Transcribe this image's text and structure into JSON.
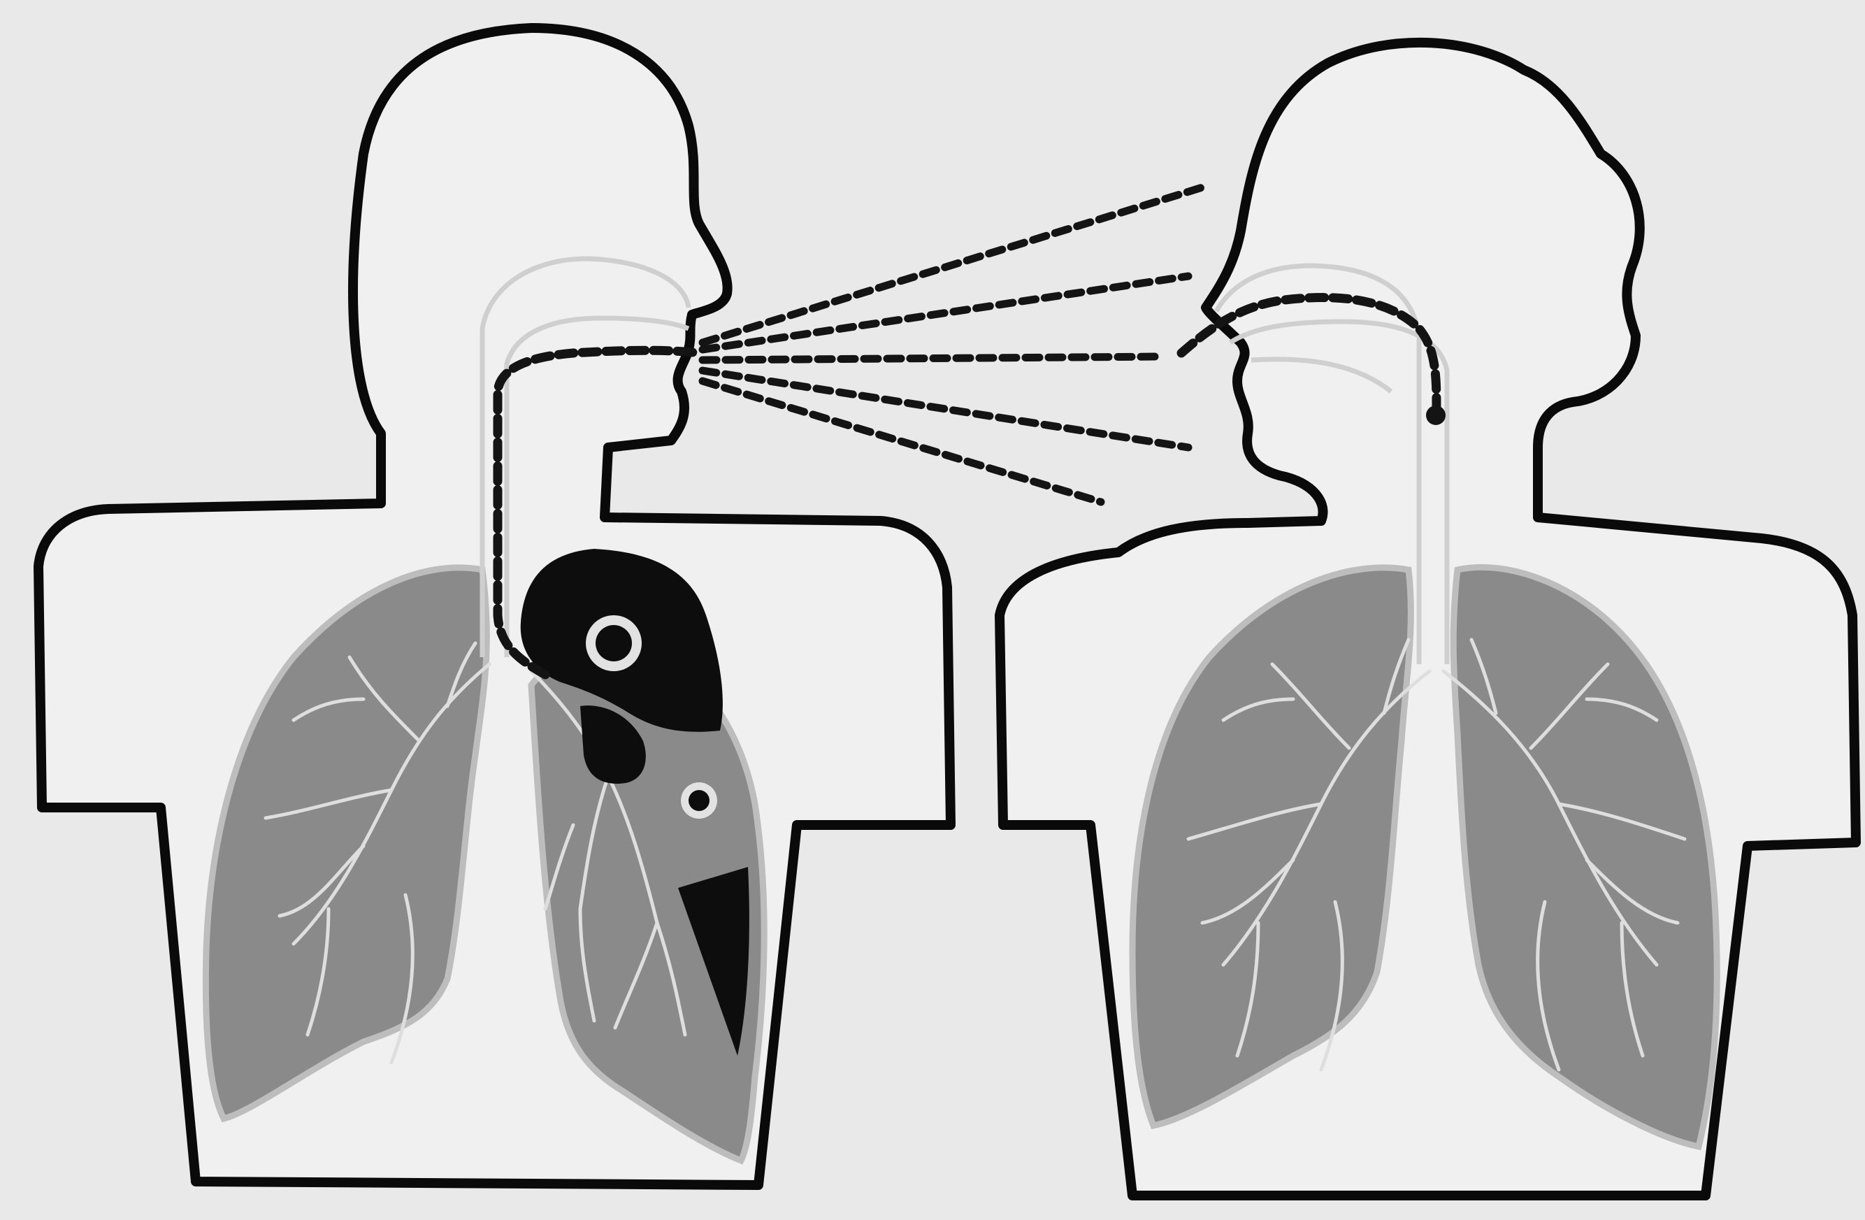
{
  "figure": {
    "kind": "illustration",
    "colors": {
      "background": "#e9e9e9",
      "outline": "#0a0a0a",
      "lung_fill": "#8a8a8a",
      "lung_edge": "#bdbdbd",
      "droplets": "#141414",
      "lesions": "#0d0d0d"
    },
    "left_person": {
      "lungs": "diseased",
      "exhaling_droplets": true
    },
    "right_person": {
      "lungs": "healthy",
      "inhaling_droplets": true
    }
  }
}
